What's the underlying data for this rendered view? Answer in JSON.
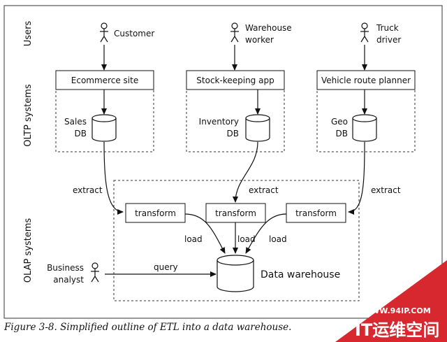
{
  "rows": {
    "users": "Users",
    "oltp": "OLTP systems",
    "olap": "OLAP systems"
  },
  "actors": {
    "customer": [
      "Customer"
    ],
    "warehouse_worker": [
      "Warehouse",
      "worker"
    ],
    "truck_driver": [
      "Truck",
      "driver"
    ],
    "business_analyst": [
      "Business",
      "analyst"
    ]
  },
  "apps": {
    "ecommerce": "Ecommerce site",
    "stock": "Stock-keeping app",
    "vehicle": "Vehicle route planner"
  },
  "databases": {
    "sales": [
      "Sales",
      "DB"
    ],
    "inventory": [
      "Inventory",
      "DB"
    ],
    "geo": [
      "Geo",
      "DB"
    ]
  },
  "edges": {
    "extract": "extract",
    "load": "load",
    "query": "query"
  },
  "transform": "transform",
  "warehouse": "Data warehouse",
  "caption": "Figure 3-8. Simplified outline of ETL into a data warehouse.",
  "watermark": {
    "url": "WWW.94IP.COM",
    "brand": "IT运维空间",
    "color": "#d7282f"
  }
}
